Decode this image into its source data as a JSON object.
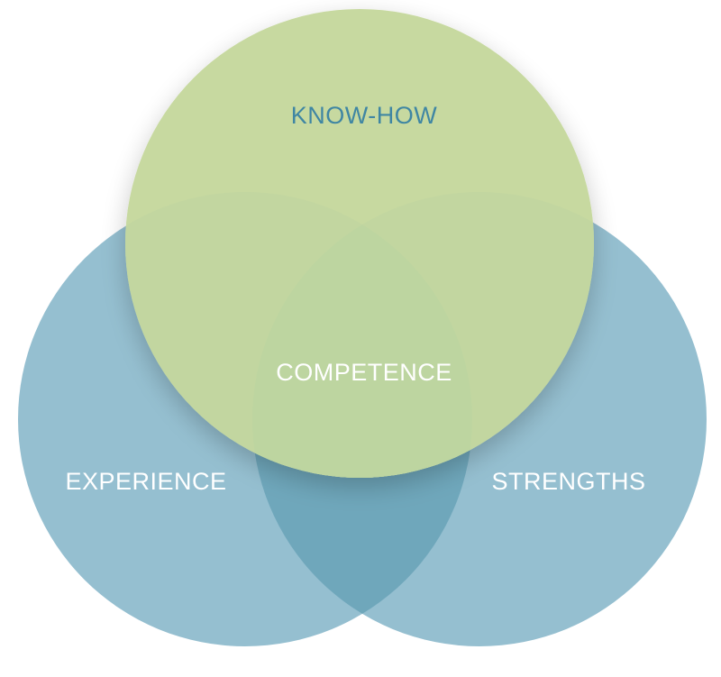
{
  "diagram": {
    "type": "venn",
    "sets": [
      {
        "id": "know-how",
        "label": "KNOW-HOW"
      },
      {
        "id": "experience",
        "label": "EXPERIENCE"
      },
      {
        "id": "strengths",
        "label": "STRENGTHS"
      }
    ],
    "intersection_label": "COMPETENCE"
  },
  "colors": {
    "green_circle": "#c7d9a0",
    "blue_circle": "#95bfd0",
    "blue_overlap": "#6fa7bb",
    "green_blue_overlap": "#bdd5a0",
    "know_how_text": "#3f86a3",
    "white_text": "#ffffff"
  }
}
